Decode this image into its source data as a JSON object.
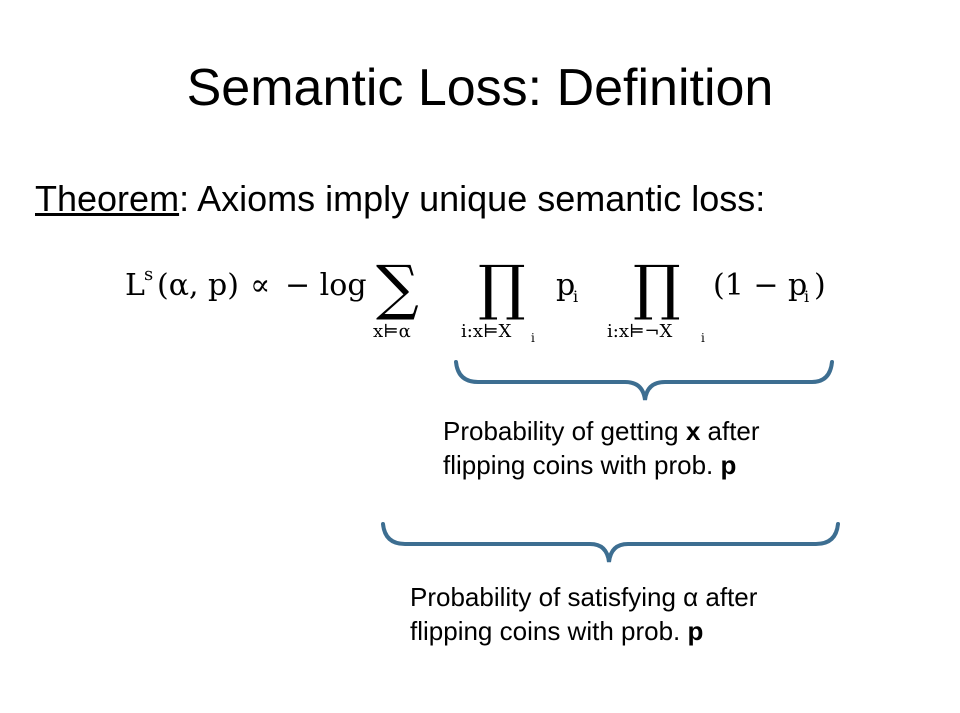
{
  "slide": {
    "title": "Semantic Loss: Definition",
    "theorem_label": "Theorem",
    "theorem_rest": ": Axioms imply unique semantic loss:",
    "formula": {
      "lhs_L": "L",
      "lhs_sup": "s",
      "lhs_args": "(α, p)",
      "propto": "∝",
      "neg_log": "− log",
      "sum_symbol": "∑",
      "sum_sub": "x⊨α",
      "prod1_symbol": "∏",
      "prod1_sub": "i:x⊨X",
      "prod1_sub_i": "i",
      "term1": "p",
      "term1_sub": "i",
      "prod2_symbol": "∏",
      "prod2_sub": "i:x⊨¬X",
      "prod2_sub_i": "i",
      "term2_open": "(1 − p",
      "term2_sub": "i",
      "term2_close": ")"
    },
    "annotation1": {
      "line1_a": "Probability of getting ",
      "line1_bold": "x",
      "line1_b": " after",
      "line2_a": "flipping coins with prob. ",
      "line2_bold": "p"
    },
    "annotation2": {
      "line1": "Probability of satisfying α after",
      "line2_a": "flipping coins with prob. ",
      "line2_bold": "p"
    },
    "colors": {
      "brace": "#3d6e91",
      "text": "#000000",
      "background": "#ffffff"
    }
  }
}
